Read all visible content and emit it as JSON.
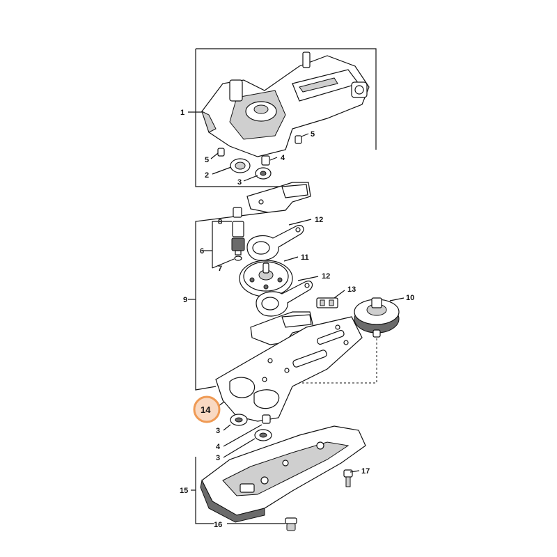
{
  "labels": {
    "l1": "1",
    "l2": "2",
    "l3a": "3",
    "l4a": "4",
    "l5a": "5",
    "l5b": "5",
    "l6": "6",
    "l7": "7",
    "l8": "8",
    "l9": "9",
    "l10": "10",
    "l11": "11",
    "l12a": "12",
    "l12b": "12",
    "l13": "13",
    "l14": "14",
    "l3b": "3",
    "l4b": "4",
    "l3c": "3",
    "l15": "15",
    "l16": "16",
    "l17": "17"
  },
  "colors": {
    "highlight_fill": "#f9d9c2",
    "highlight_stroke": "#ef9a54"
  }
}
